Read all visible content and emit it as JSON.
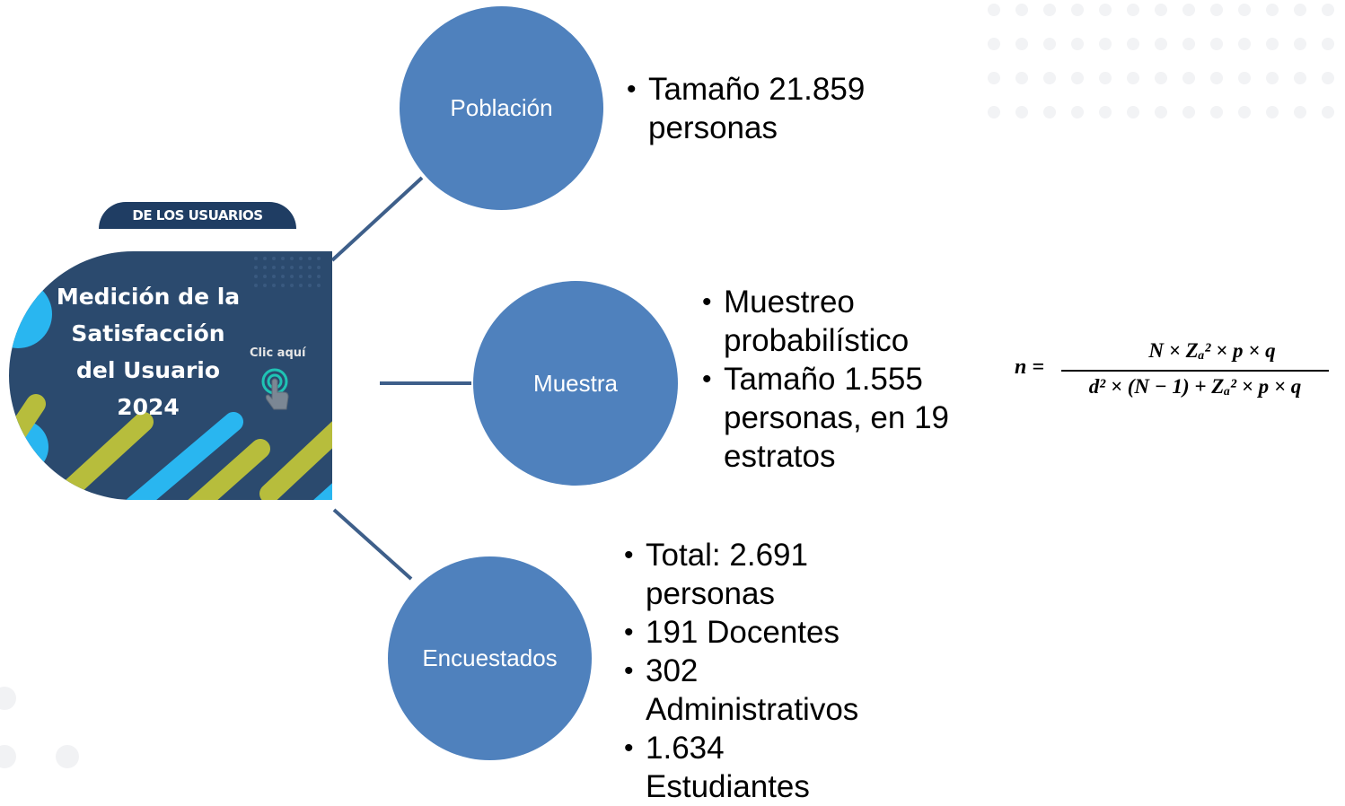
{
  "diagram": {
    "nodes": [
      {
        "id": "poblacion",
        "label": "Población",
        "bullets": [
          "Tamaño 21.859 personas"
        ]
      },
      {
        "id": "muestra",
        "label": "Muestra",
        "bullets": [
          "Muestreo probabilístico",
          "Tamaño 1.555 personas, en 19 estratos"
        ]
      },
      {
        "id": "encuestados",
        "label": "Encuestados",
        "bullets": [
          "Total: 2.691 personas",
          "191 Docentes",
          "302 Administrativos",
          "1.634 Estudiantes"
        ]
      }
    ],
    "node_color": "#4f81bd",
    "connector_color": "#3e5f8a"
  },
  "thumbnail": {
    "banner": "DE LOS USUARIOS",
    "title_lines": [
      "Medición de la",
      "Satisfacción",
      "del Usuario",
      "2024"
    ],
    "cta": "Clic aquí",
    "icon": "tap-hand-icon"
  },
  "formula": {
    "lhs": "n =",
    "numerator": "N × Zₐ² × p × q",
    "denominator": "d² × (N − 1) + Zₐ² × p × q"
  }
}
